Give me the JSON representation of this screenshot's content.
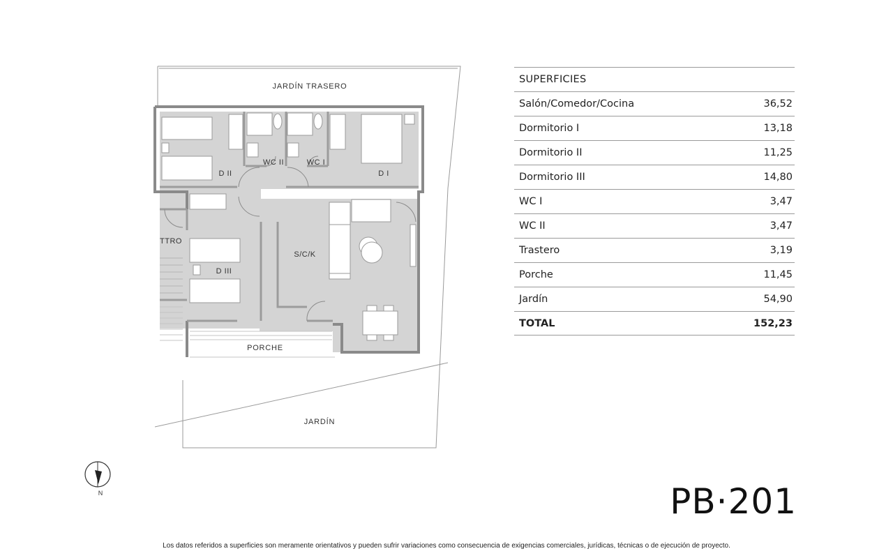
{
  "plan": {
    "labels": {
      "jardin_trasero": "JARDÍN TRASERO",
      "d2": "D II",
      "wc2": "WC II",
      "wc1": "WC I",
      "d1": "D I",
      "ttro": "TTRO",
      "scc": "S/C/K",
      "d3": "D III",
      "porche": "PORCHE",
      "jardin": "JARDÍN"
    },
    "compass_label": "N"
  },
  "surfaces": {
    "title": "SUPERFICIES",
    "rows": [
      {
        "name": "Salón/Comedor/Cocina",
        "value": "36,52"
      },
      {
        "name": "Dormitorio I",
        "value": "13,18"
      },
      {
        "name": "Dormitorio II",
        "value": "11,25"
      },
      {
        "name": "Dormitorio III",
        "value": "14,80"
      },
      {
        "name": "WC I",
        "value": "3,47"
      },
      {
        "name": "WC II",
        "value": "3,47"
      },
      {
        "name": "Trastero",
        "value": "3,19"
      },
      {
        "name": "Porche",
        "value": "11,45"
      },
      {
        "name": "Jardín",
        "value": "54,90"
      }
    ],
    "total": {
      "name": "TOTAL",
      "value": "152,23"
    }
  },
  "unit_code": "PB·201",
  "disclaimer": "Los datos referidos a superficies son meramente orientativos y pueden sufrir variaciones como consecuencia de exigencias comerciales, jurídicas, técnicas o de ejecución de proyecto."
}
